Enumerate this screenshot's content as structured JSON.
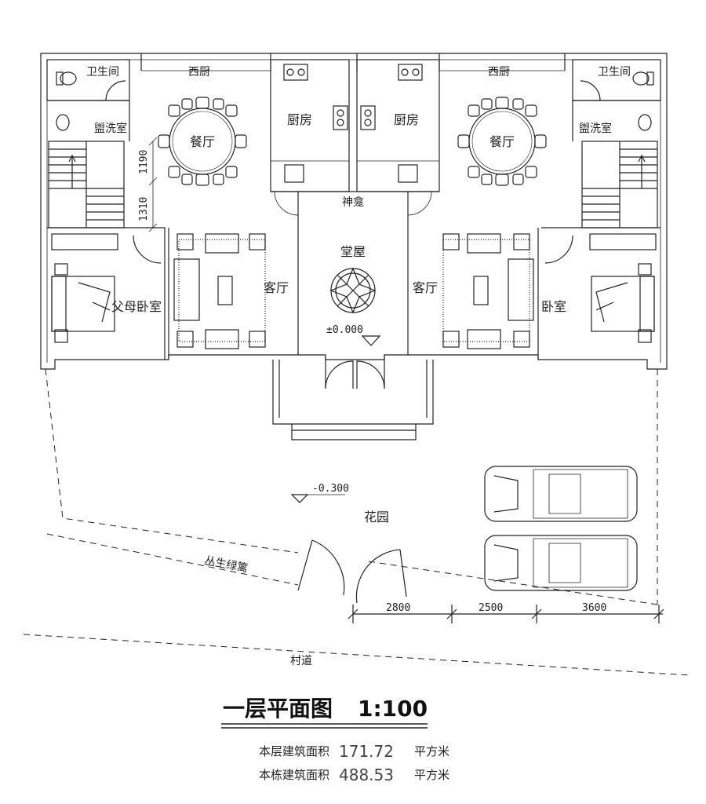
{
  "rooms": {
    "bath_left": "卫生间",
    "bath_right": "卫生间",
    "west_kitchen_left": "西厨",
    "west_kitchen_right": "西厨",
    "kitchen_left": "厨房",
    "kitchen_right": "厨房",
    "dining_left": "餐厅",
    "dining_right": "餐厅",
    "wash_left": "盥洗室",
    "wash_right": "盥洗室",
    "shrine": "神龛",
    "hall": "堂屋",
    "living_left": "客厅",
    "living_right": "客厅",
    "parents_bedroom": "父母卧室",
    "bedroom": "卧室",
    "garden": "花园",
    "hedge": "丛生绿篱",
    "village_road": "村道"
  },
  "elevations": {
    "floor": "±0.000",
    "garden": "-0.300"
  },
  "dimensions": {
    "stair_a": "1190",
    "stair_b": "1310",
    "gate_span": "2800",
    "drive_span": "2500",
    "parking_span": "3600"
  },
  "title": {
    "main": "一层平面图",
    "scale": "1:100"
  },
  "area": {
    "floor_label": "本层建筑面积",
    "floor_value": "171.72",
    "building_label": "本栋建筑面积",
    "building_value": "488.53",
    "unit": "平方米"
  }
}
